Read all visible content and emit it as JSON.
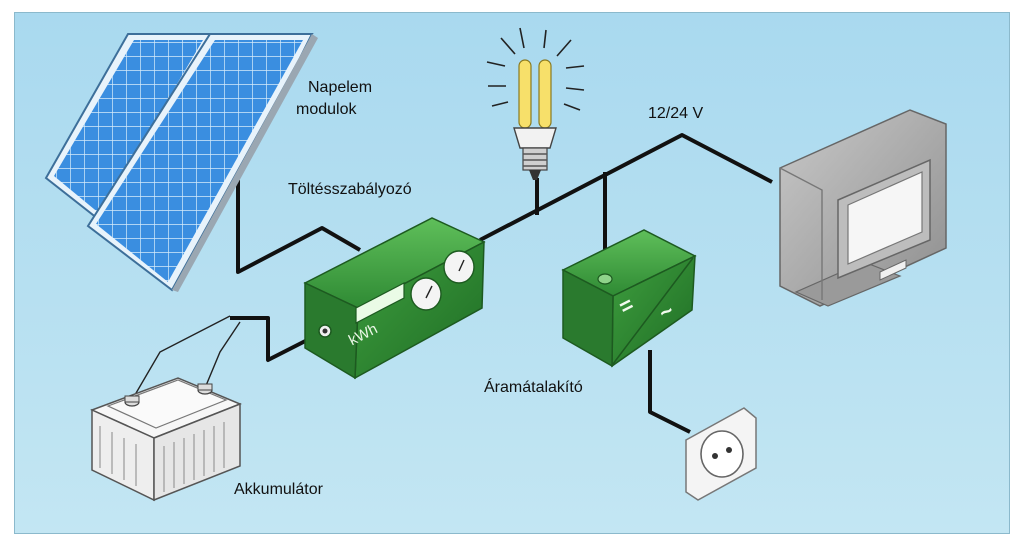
{
  "labels": {
    "solar_modules": [
      "Napelem",
      "modulok"
    ],
    "charge_controller": "Töltésszabályozó",
    "voltage": "12/24 V",
    "inverter": "Áramátalakító",
    "battery": "Akkumulátor",
    "meter_unit": "kWh",
    "inverter_symbol_dc": "=",
    "inverter_symbol_ac": "~"
  },
  "colors": {
    "background": "#b4def1",
    "panel_blue": "#2f86d8",
    "device_green": "#3d9a3d",
    "wire": "#111111",
    "tv_gray": "#a6a6a6"
  },
  "icons": [
    "solar-panel-icon",
    "light-bulb-icon",
    "battery-icon",
    "tv-icon",
    "power-outlet-icon",
    "meter-gauge-icon"
  ]
}
